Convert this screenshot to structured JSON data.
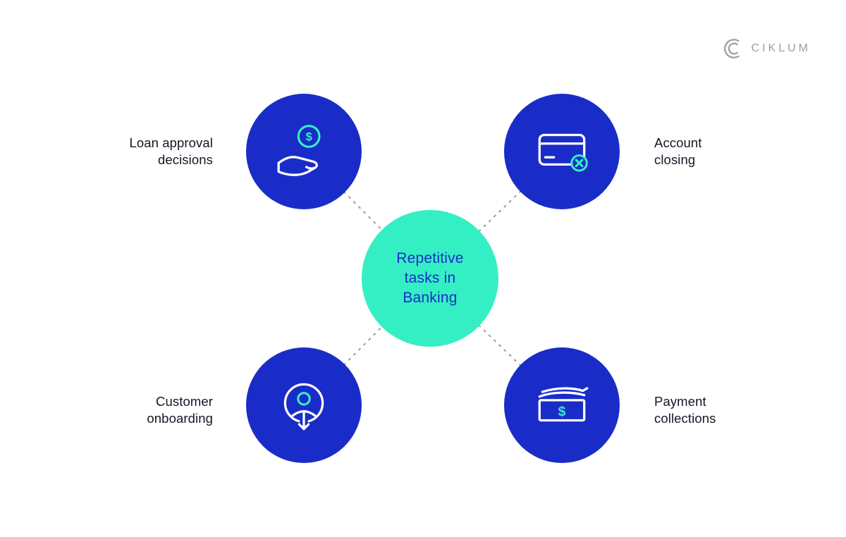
{
  "colors": {
    "blue": "#1a2cc8",
    "teal": "#35efc4",
    "label": "#161626",
    "line": "#9e9e9e",
    "logo": "#9b9fa3"
  },
  "logo": {
    "text": "CIKLUM",
    "icon": "ciklum-mark-icon"
  },
  "center": {
    "lines": [
      "Repetitive",
      "tasks in",
      "Banking"
    ]
  },
  "nodes": [
    {
      "id": "loan-approval-decisions",
      "label_lines": [
        "Loan approval",
        "decisions"
      ],
      "icon": "hand-coin-icon",
      "position": "top-left"
    },
    {
      "id": "account-closing",
      "label_lines": [
        "Account",
        "closing"
      ],
      "icon": "credit-card-close-icon",
      "position": "top-right"
    },
    {
      "id": "customer-onboarding",
      "label_lines": [
        "Customer",
        "onboarding"
      ],
      "icon": "person-download-icon",
      "position": "bottom-left"
    },
    {
      "id": "payment-collections",
      "label_lines": [
        "Payment",
        "collections"
      ],
      "icon": "cash-stack-icon",
      "position": "bottom-right"
    }
  ],
  "glyphs": {
    "dollar": "$"
  }
}
